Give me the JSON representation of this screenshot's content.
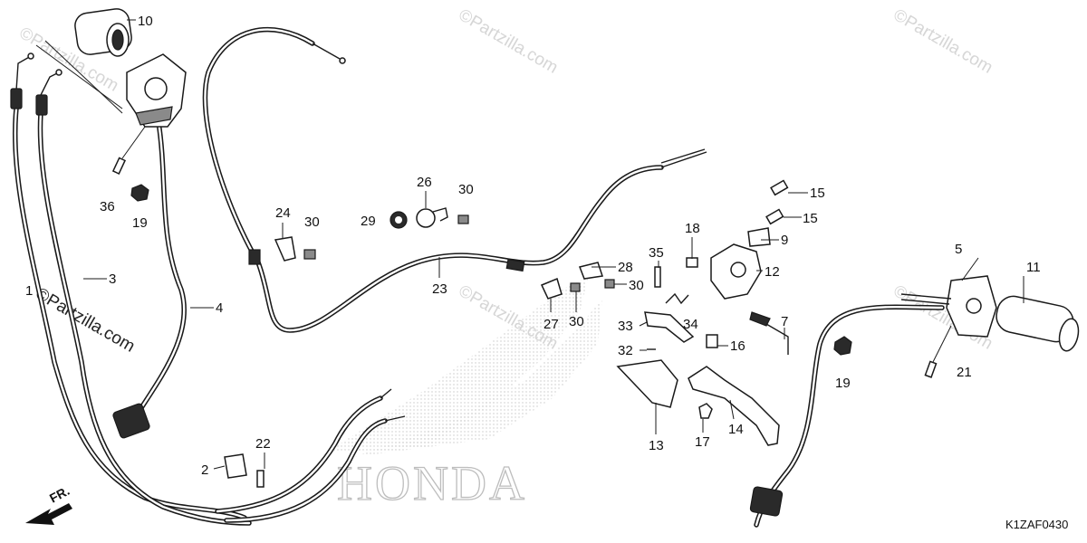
{
  "diagram": {
    "diagram_code": "K1ZAF0430",
    "direction_label": "FR.",
    "brand_text": "HONDA",
    "watermarks": [
      "©Partzilla.com",
      "©Partzilla.com",
      "©Partzilla.com",
      "©Partzilla.com",
      "©Partzilla.com",
      "©Partzilla.com"
    ],
    "parts": {
      "p1": "1",
      "p2": "2",
      "p3": "3",
      "p4": "4",
      "p5": "5",
      "p7": "7",
      "p9": "9",
      "p10": "10",
      "p11": "11",
      "p12": "12",
      "p13": "13",
      "p14": "14",
      "p15a": "15",
      "p15b": "15",
      "p16": "16",
      "p17": "17",
      "p18": "18",
      "p19a": "19",
      "p19b": "19",
      "p21": "21",
      "p22": "22",
      "p23": "23",
      "p24": "24",
      "p26": "26",
      "p27": "27",
      "p28": "28",
      "p29": "29",
      "p30a": "30",
      "p30b": "30",
      "p30c": "30",
      "p30d": "30",
      "p32": "32",
      "p33": "33",
      "p34": "34",
      "p35": "35",
      "p36": "36"
    }
  }
}
